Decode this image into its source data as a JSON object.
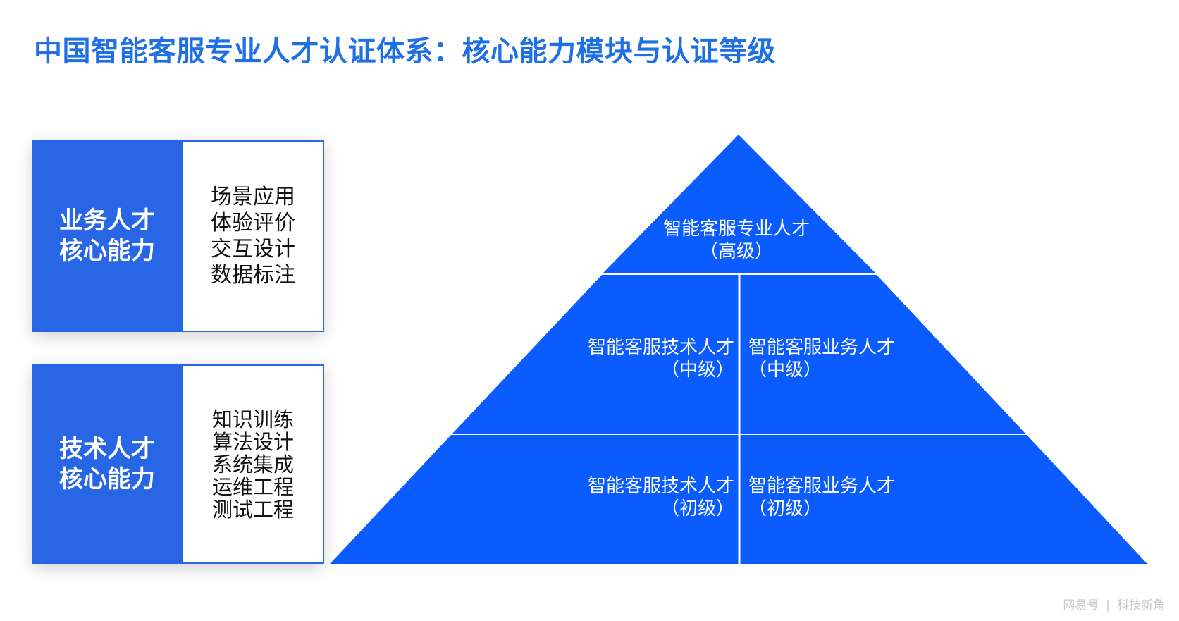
{
  "title": "中国智能客服专业人才认证体系：核心能力模块与认证等级",
  "business": {
    "label_lines": [
      "业务人才",
      "核心能力"
    ],
    "items": [
      "场景应用",
      "体验评价",
      "交互设计",
      "数据标注"
    ]
  },
  "technical": {
    "label_lines": [
      "技术人才",
      "核心能力"
    ],
    "items": [
      "知识训练",
      "算法设计",
      "系统集成",
      "运维工程",
      "测试工程"
    ]
  },
  "pyramid": {
    "top": {
      "line1": "智能客服专业人才",
      "line2": "（高级）"
    },
    "mid_left": {
      "line1": "智能客服技术人才",
      "line2": "（中级）"
    },
    "mid_right": {
      "line1": "智能客服业务人才",
      "line2": "（中级）"
    },
    "low_left": {
      "line1": "智能客服技术人才",
      "line2": "（初级）"
    },
    "low_right": {
      "line1": "智能客服业务人才",
      "line2": "（初级）"
    },
    "fill_color": "#0a5cff"
  },
  "watermark": {
    "brand": "网易号",
    "separator": "|",
    "account": "科技新角"
  }
}
